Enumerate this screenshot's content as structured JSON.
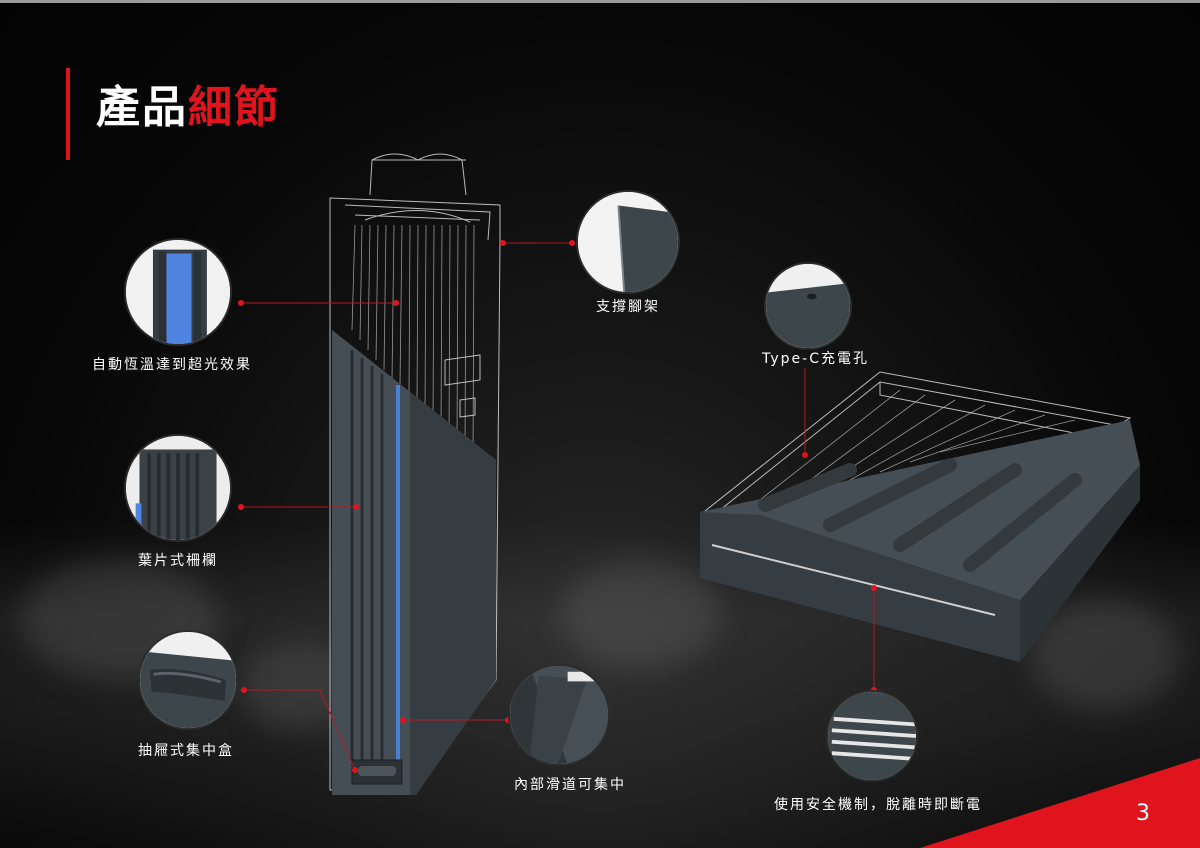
{
  "title": {
    "part1": "產品",
    "part2": "細節"
  },
  "colors": {
    "accent": "#e0141d",
    "background": "#050505",
    "device": "#3d464b"
  },
  "callouts": {
    "auto_temp": "自動恆溫達到超光效果",
    "louver": "葉片式柵欄",
    "drawer": "抽屜式集中盒",
    "slide": "內部滑道可集中",
    "stand": "支撐腳架",
    "typec": "Type-C充電孔",
    "safety": "使用安全機制，脫離時即斷電"
  },
  "page_number": "3"
}
